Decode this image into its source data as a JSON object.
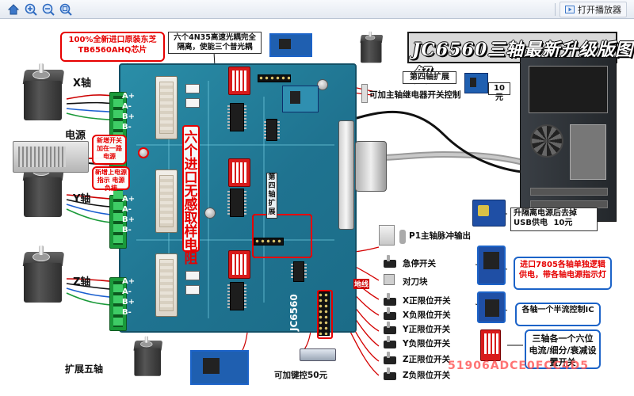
{
  "toolbar": {
    "player_button_label": "打开播放器"
  },
  "icons": {
    "home": "home-icon",
    "zoom_in": "zoom-in-icon",
    "zoom_out": "zoom-out-icon",
    "actual_size": "actual-size-icon",
    "player": "player-icon"
  },
  "diagram": {
    "title": "JC6560三轴最新升级版图解",
    "chip_note": "100%全新进口原装东芝TB6560AHQ芯片",
    "opto_note": "六个4N35高速光耦完全隔离，使能三个普光耦",
    "axis_x": "X轴",
    "axis_y": "Y轴",
    "axis_z": "Z轴",
    "power_label": "电源",
    "power_note": "新增开关 加在一路 电源",
    "power_note2": "新增上电源指示 电源负接",
    "expand_five": "扩展五轴",
    "fourth_axis": "第四轴扩展",
    "fourth_axis_price": "10元",
    "spindle_relay": "可加主轴继电器开关控制",
    "isolation_power": "升隔离电源后去掉USB供电",
    "isolation_price": "10元",
    "p1_pulse": "P1主轴脉冲输出",
    "emergency_stop": "急停开关",
    "tool_setting": "对刀块",
    "x_pos_limit": "X正限位开关",
    "x_neg_limit": "X负限位开关",
    "y_pos_limit": "Y正限位开关",
    "y_neg_limit": "Y负限位开关",
    "z_pos_limit": "Z正限位开关",
    "z_neg_limit": "Z负限位开关",
    "ground_line": "地线",
    "keypad_addon": "可加键控50元",
    "regulator_note": "进口7805各轴单独逻辑供电，带各轴电源指示灯",
    "current_ic_note": "各轴一个半流控制IC",
    "dip_note": "三轴各一个六位电流/细分/衰减设置开关",
    "red_vertical": "六个进口无感取样电阻",
    "fourth_axis_vertical": "第四轴扩展",
    "board_model": "JC6560",
    "watermark": "51906ADCE0FCC4D5",
    "pin_a_plus": "A+",
    "pin_a_minus": "A-",
    "pin_b_plus": "B+",
    "pin_b_minus": "B-"
  }
}
